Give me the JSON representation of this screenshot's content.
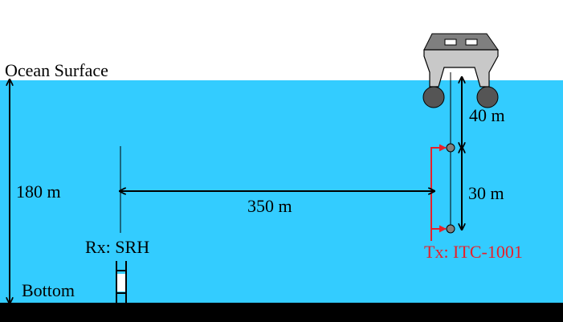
{
  "labels": {
    "surface": "Ocean Surface",
    "bottom": "Bottom",
    "depth": "180 m",
    "range": "350 m",
    "ship_to_tx": "40 m",
    "tx_spacing": "30 m",
    "receiver": "Rx: SRH",
    "transmitter": "Tx: ITC-1001"
  },
  "colors": {
    "water": "#33CCFF",
    "seabed": "#000000",
    "transmitter": "#E8202A",
    "ship_hull": "#C8C8C8",
    "ship_cabin": "#7F7F7F",
    "wheel": "#555555"
  }
}
